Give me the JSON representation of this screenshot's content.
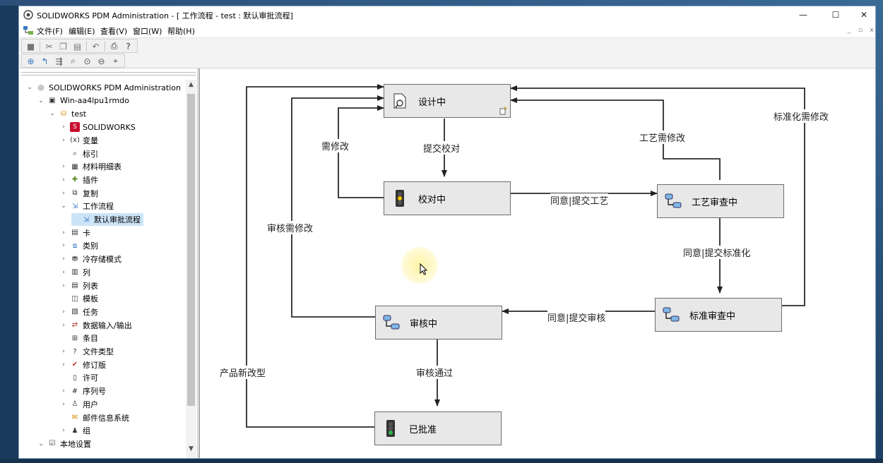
{
  "window": {
    "title": "SOLIDWORKS PDM Administration - [ 工作流程 - test : 默认审批流程]",
    "controls": {
      "minimize": "—",
      "maximize": "☐",
      "close": "✕"
    }
  },
  "menubar": {
    "items": [
      "文件(F)",
      "编辑(E)",
      "查看(V)",
      "窗口(W)",
      "帮助(H)"
    ],
    "mdi_controls": [
      "_",
      "▫",
      "x"
    ]
  },
  "toolbar1": {
    "icons": [
      "stop-icon",
      "cut-icon",
      "copy-icon",
      "paste-icon",
      "undo-icon",
      "print-icon",
      "help-icon"
    ]
  },
  "toolbar2": {
    "icons": [
      "new-state-icon",
      "new-transition-icon",
      "align-icon",
      "zoom-fit-icon",
      "zoom-in-icon",
      "zoom-out-icon",
      "zoom-area-icon"
    ]
  },
  "tree": {
    "items": [
      {
        "label": "SOLIDWORKS PDM Administration",
        "level": 0,
        "expand": "open",
        "icon": "pdm-icon"
      },
      {
        "label": "Win-aa4lpu1rmdo",
        "level": 1,
        "expand": "open",
        "icon": "server-icon"
      },
      {
        "label": "test",
        "level": 2,
        "expand": "open",
        "icon": "vault-icon"
      },
      {
        "label": "SOLIDWORKS",
        "level": 3,
        "expand": "closed",
        "icon": "sw-icon"
      },
      {
        "label": "变量",
        "level": 3,
        "expand": "closed",
        "icon": "variable-icon"
      },
      {
        "label": "标引",
        "level": 3,
        "expand": "none",
        "icon": "index-icon"
      },
      {
        "label": "材料明细表",
        "level": 3,
        "expand": "closed",
        "icon": "bom-icon"
      },
      {
        "label": "插件",
        "level": 3,
        "expand": "closed",
        "icon": "addin-icon"
      },
      {
        "label": "复制",
        "level": 3,
        "expand": "closed",
        "icon": "replicate-icon"
      },
      {
        "label": "工作流程",
        "level": 3,
        "expand": "open",
        "icon": "workflow-icon"
      },
      {
        "label": "默认审批流程",
        "level": 4,
        "expand": "none",
        "icon": "workflow-item-icon",
        "selected": true
      },
      {
        "label": "卡",
        "level": 3,
        "expand": "closed",
        "icon": "card-icon"
      },
      {
        "label": "类别",
        "level": 3,
        "expand": "closed",
        "icon": "category-icon"
      },
      {
        "label": "冷存储模式",
        "level": 3,
        "expand": "closed",
        "icon": "cold-storage-icon"
      },
      {
        "label": "列",
        "level": 3,
        "expand": "closed",
        "icon": "columns-icon"
      },
      {
        "label": "列表",
        "level": 3,
        "expand": "closed",
        "icon": "list-icon"
      },
      {
        "label": "模板",
        "level": 3,
        "expand": "none",
        "icon": "template-icon"
      },
      {
        "label": "任务",
        "level": 3,
        "expand": "closed",
        "icon": "task-icon"
      },
      {
        "label": "数据输入/输出",
        "level": 3,
        "expand": "closed",
        "icon": "data-io-icon"
      },
      {
        "label": "条目",
        "level": 3,
        "expand": "none",
        "icon": "items-icon"
      },
      {
        "label": "文件类型",
        "level": 3,
        "expand": "closed",
        "icon": "file-type-icon"
      },
      {
        "label": "修订版",
        "level": 3,
        "expand": "closed",
        "icon": "revision-icon"
      },
      {
        "label": "许可",
        "level": 3,
        "expand": "none",
        "icon": "license-icon"
      },
      {
        "label": "序列号",
        "level": 3,
        "expand": "closed",
        "icon": "serial-number-icon"
      },
      {
        "label": "用户",
        "level": 3,
        "expand": "closed",
        "icon": "user-icon"
      },
      {
        "label": "邮件信息系统",
        "level": 3,
        "expand": "none",
        "icon": "mail-icon"
      },
      {
        "label": "组",
        "level": 3,
        "expand": "closed",
        "icon": "group-icon"
      },
      {
        "label": "本地设置",
        "level": 1,
        "expand": "open",
        "icon": "local-settings-icon"
      }
    ]
  },
  "workflow": {
    "states": {
      "design": "设计中",
      "check": "校对中",
      "process_review": "工艺审查中",
      "standard_review": "标准审查中",
      "audit": "审核中",
      "approved": "已批准"
    },
    "transitions": {
      "submit_check": "提交校对",
      "needs_revision": "需修改",
      "agree_submit_process": "同意|提交工艺",
      "process_needs_revision": "工艺需修改",
      "agree_submit_standard": "同意|提交标准化",
      "standard_needs_revision": "标准化需修改",
      "agree_submit_audit": "同意|提交审核",
      "audit_needs_revision": "审核需修改",
      "audit_pass": "审核通过",
      "product_revision": "产品新改型"
    }
  },
  "colors": {
    "accent": "#0078d7",
    "state_fill": "#e8e8e8",
    "selection": "#cce4f7"
  }
}
